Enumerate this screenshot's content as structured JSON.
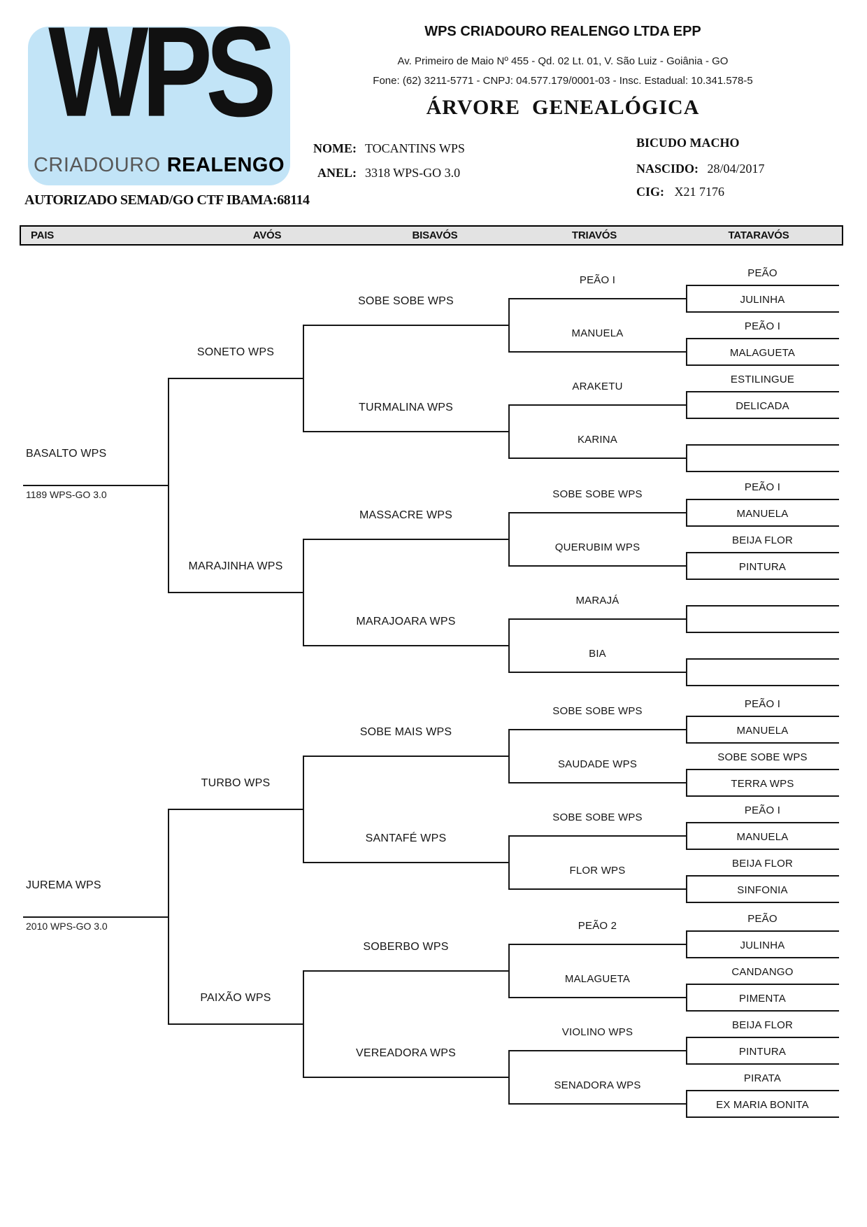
{
  "logo": {
    "acronym": "WPS",
    "subtitle_thin": "CRIADOURO",
    "subtitle_bold": "REALENGO",
    "blue": "#c2e4f7"
  },
  "header": {
    "company": "WPS CRIADOURO REALENGO LTDA EPP",
    "address": "Av. Primeiro de Maio Nº 455 - Qd. 02 Lt. 01, V. São Luiz  - Goiânia - GO",
    "contacts": "Fone: (62) 3211-5771  -  CNPJ: 04.577.179/0001-03  -  Insc. Estadual: 10.341.578-5",
    "title": "ÁRVORE  GENEALÓGICA",
    "nome_label": "NOME:",
    "nome_value": "TOCANTINS WPS",
    "anel_label": "ANEL:",
    "anel_value": "3318 WPS-GO 3.0",
    "species_sex": "BICUDO MACHO",
    "nascido_label": "NASCIDO:",
    "nascido_value": "28/04/2017",
    "cig_label": "CIG:",
    "cig_value": "X21 7176",
    "authorization": "AUTORIZADO SEMAD/GO CTF IBAMA:68114"
  },
  "columns": [
    "PAIS",
    "AVÓS",
    "BISAVÓS",
    "TRIAVÓS",
    "TATARAVÓS"
  ],
  "tree": {
    "pais": [
      {
        "name": "BASALTO WPS",
        "ring": "1189 WPS-GO 3.0"
      },
      {
        "name": "JUREMA WPS",
        "ring": "2010 WPS-GO 3.0"
      }
    ],
    "avos": [
      "SONETO WPS",
      "MARAJINHA WPS",
      "TURBO WPS",
      "PAIXÃO WPS"
    ],
    "bisavos": [
      "SOBE SOBE WPS",
      "TURMALINA WPS",
      "MASSACRE WPS",
      "MARAJOARA WPS",
      "SOBE MAIS WPS",
      "SANTAFÉ WPS",
      "SOBERBO WPS",
      "VEREADORA WPS"
    ],
    "triavos": [
      "PEÃO I",
      "MANUELA",
      "ARAKETU",
      "KARINA",
      "SOBE SOBE WPS",
      "QUERUBIM WPS",
      "MARAJÁ",
      "BIA",
      "SOBE SOBE WPS",
      "SAUDADE WPS",
      "SOBE SOBE WPS",
      "FLOR WPS",
      "PEÃO 2",
      "MALAGUETA",
      "VIOLINO WPS",
      "SENADORA WPS"
    ],
    "tataravos": [
      "PEÃO",
      "JULINHA",
      "PEÃO I",
      "MALAGUETA",
      "ESTILINGUE",
      "DELICADA",
      "",
      "",
      "PEÃO I",
      "MANUELA",
      "BEIJA FLOR",
      "PINTURA",
      "",
      "",
      "",
      "",
      "PEÃO I",
      "MANUELA",
      "SOBE SOBE WPS",
      "TERRA WPS",
      "PEÃO I",
      "MANUELA",
      "BEIJA FLOR",
      "SINFONIA",
      "PEÃO",
      "JULINHA",
      "CANDANGO",
      "PIMENTA",
      "BEIJA FLOR",
      "PINTURA",
      "PIRATA",
      "EX MARIA BONITA"
    ]
  },
  "colors": {
    "logo_blue": "#c2e4f7",
    "header_bar_gray": "#e3e3e3",
    "line_black": "#161616"
  }
}
